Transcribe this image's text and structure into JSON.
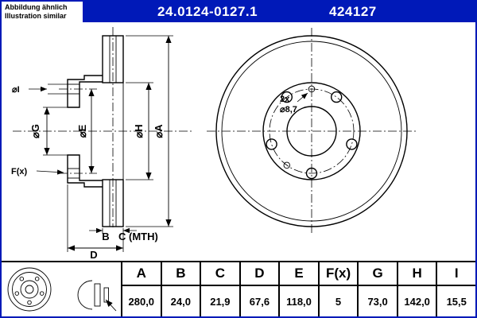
{
  "header": {
    "part_number": "24.0124-0127.1",
    "ref_number": "424127",
    "note_line1": "Abbildung ähnlich",
    "note_line2": "Illustration similar"
  },
  "colors": {
    "brand_blue": "#0019b8"
  },
  "drawing": {
    "dim_i": "⌀I",
    "dim_g": "⌀G",
    "dim_e": "⌀E",
    "dim_h": "⌀H",
    "dim_a": "⌀A",
    "dim_f": "F(x)",
    "dim_b": "B",
    "dim_c": "C (MTH)",
    "dim_d": "D",
    "pin_count": "2x",
    "pin_dia": "⌀8,7"
  },
  "table": {
    "headers": [
      "A",
      "B",
      "C",
      "D",
      "E",
      "F(x)",
      "G",
      "H",
      "I"
    ],
    "values": [
      "280,0",
      "24,0",
      "21,9",
      "67,6",
      "118,0",
      "5",
      "73,0",
      "142,0",
      "15,5"
    ]
  }
}
